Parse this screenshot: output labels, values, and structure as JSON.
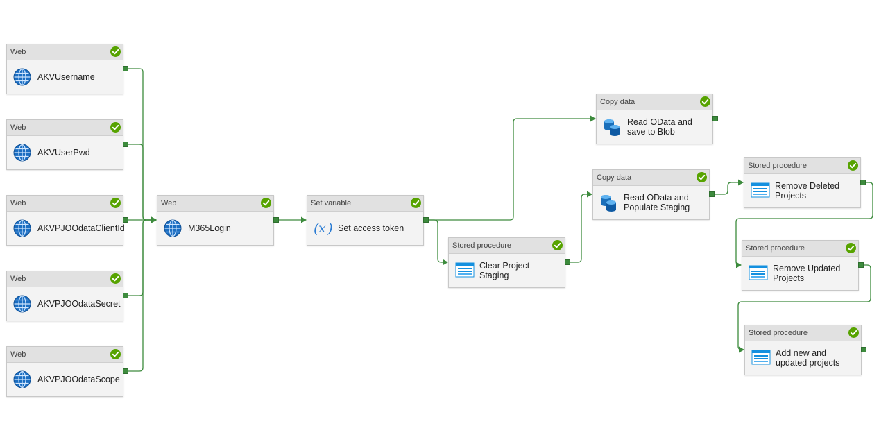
{
  "activities": [
    {
      "id": "akvusername",
      "type": "Web",
      "name": "AKVUsername",
      "icon": "globe-icon"
    },
    {
      "id": "akvuserpwd",
      "type": "Web",
      "name": "AKVUserPwd",
      "icon": "globe-icon"
    },
    {
      "id": "akvpjoclientid",
      "type": "Web",
      "name": "AKVPJOOdataClientId",
      "icon": "globe-icon"
    },
    {
      "id": "akvpjosecret",
      "type": "Web",
      "name": "AKVPJOOdataSecret",
      "icon": "globe-icon"
    },
    {
      "id": "akvpjoscope",
      "type": "Web",
      "name": "AKVPJOOdataScope",
      "icon": "globe-icon"
    },
    {
      "id": "m365login",
      "type": "Web",
      "name": "M365Login",
      "icon": "globe-icon"
    },
    {
      "id": "setaccesstoken",
      "type": "Set variable",
      "name": "Set access token",
      "icon": "variable-icon"
    },
    {
      "id": "clearstaging",
      "type": "Stored procedure",
      "name": "Clear Project Staging",
      "icon": "stored-procedure-icon"
    },
    {
      "id": "readblob",
      "type": "Copy data",
      "name": "Read OData and save to Blob",
      "icon": "copy-data-icon"
    },
    {
      "id": "readstaging",
      "type": "Copy data",
      "name": "Read OData and Populate Staging",
      "icon": "copy-data-icon"
    },
    {
      "id": "removedeleted",
      "type": "Stored procedure",
      "name": "Remove Deleted Projects",
      "icon": "stored-procedure-icon"
    },
    {
      "id": "removeupdated",
      "type": "Stored procedure",
      "name": "Remove Updated Projects",
      "icon": "stored-procedure-icon"
    },
    {
      "id": "addnew",
      "type": "Stored procedure",
      "name": "Add new and updated projects",
      "icon": "stored-procedure-icon"
    }
  ],
  "status_icon": "success-check-icon",
  "colors": {
    "success": "#57a300",
    "connector": "#3d8b3d"
  }
}
